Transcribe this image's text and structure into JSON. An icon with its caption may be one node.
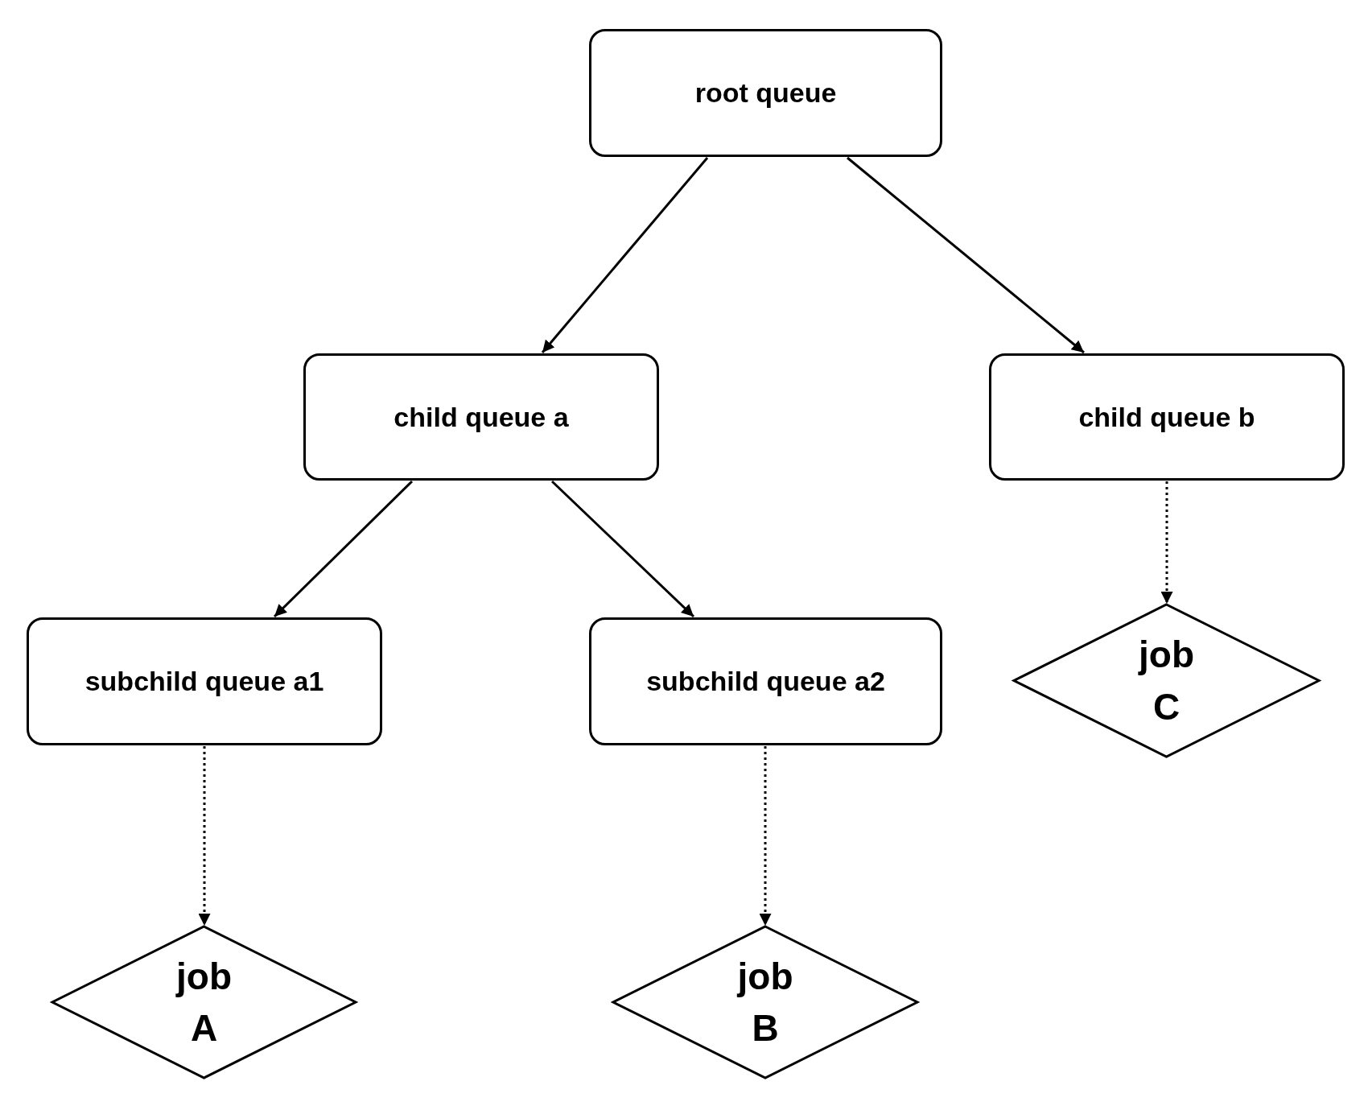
{
  "diagram": {
    "nodes": [
      {
        "text": [
          "root queue"
        ]
      },
      {
        "text": [
          "child queue a"
        ]
      },
      {
        "text": [
          "child queue b"
        ]
      },
      {
        "text": [
          "subchild queue a1"
        ]
      },
      {
        "text": [
          "subchild queue a2"
        ]
      },
      {
        "text": [
          "job C"
        ]
      },
      {
        "text": [
          "job A"
        ]
      },
      {
        "text": [
          "job B"
        ]
      }
    ],
    "edges": [
      {
        "from": 0,
        "to": 1,
        "arrow": "to"
      },
      {
        "from": 0,
        "to": 2,
        "arrow": "to"
      },
      {
        "from": 1,
        "to": 3,
        "arrow": "to"
      },
      {
        "from": 1,
        "to": 4,
        "arrow": "to"
      },
      {
        "from": 2,
        "to": 5,
        "arrow": "to",
        "style": "dashed"
      },
      {
        "from": 3,
        "to": 6,
        "arrow": "to",
        "style": "dashed"
      },
      {
        "from": 4,
        "to": 7,
        "arrow": "to",
        "style": "dashed"
      }
    ]
  }
}
